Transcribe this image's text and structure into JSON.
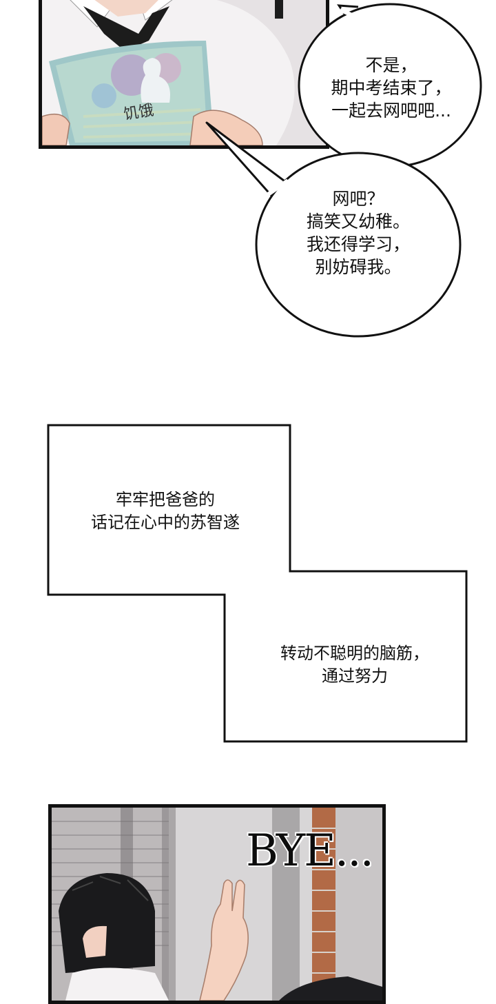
{
  "panels": {
    "top": {
      "book_title": "饥饿"
    }
  },
  "bubbles": [
    {
      "lines": [
        "不是，",
        "期中考结束了，",
        "一起去网吧吧..."
      ]
    },
    {
      "lines": [
        "网吧？",
        "搞笑又幼稚。",
        "我还得学习，",
        "别妨碍我。"
      ]
    }
  ],
  "narration": [
    {
      "lines": [
        "牢牢把爸爸的",
        "话记在心中的苏智遂"
      ]
    },
    {
      "lines": [
        "转动不聪明的脑筋，",
        "通过努力"
      ]
    }
  ],
  "sfx": {
    "text": "BYE..."
  },
  "colors": {
    "ink": "#111111",
    "paper": "#ffffff"
  }
}
